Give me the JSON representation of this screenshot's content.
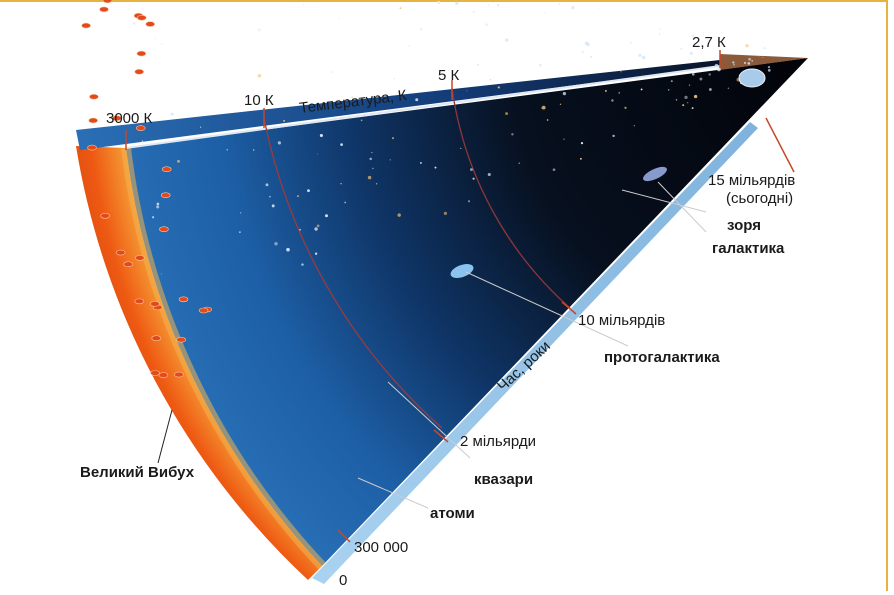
{
  "temperature_axis": {
    "title": "Температура, К",
    "ticks": [
      "3000 К",
      "10 К",
      "5 К",
      "2,7 К"
    ]
  },
  "time_axis": {
    "title": "Час, роки",
    "ticks": [
      "0",
      "300 000",
      "2 мільярди",
      "10 мільярдів",
      "15 мільярдів",
      "(сьогодні)"
    ]
  },
  "labels": {
    "big_bang": "Великий Вибух",
    "atoms": "атоми",
    "quasars": "квазари",
    "protogalaxy": "протогалактика",
    "star": "зоря",
    "galaxy": "галактика"
  },
  "colors": {
    "frame": "#e7b33f",
    "fireball": "#ee5a13",
    "deep_space": "#05070f",
    "early_space": "#1c5ea5",
    "time_bar": "#8fc1e8",
    "temp_bar": "#163a78",
    "pointer": "#c7472a"
  }
}
